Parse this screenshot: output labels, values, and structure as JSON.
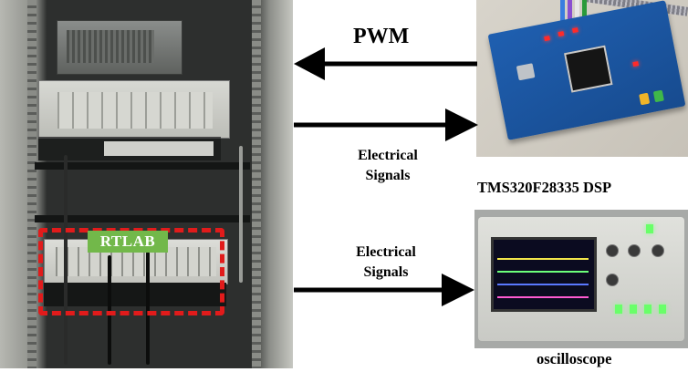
{
  "figure": {
    "rtlab_label": "RTLAB",
    "pwm_label": "PWM",
    "signals_top": {
      "line1": "Electrical",
      "line2": "Signals"
    },
    "signals_bottom": {
      "line1": "Electrical",
      "line2": "Signals"
    },
    "dsp_caption": "TMS320F28335 DSP",
    "scope_caption": "oscilloscope"
  },
  "colors": {
    "highlight_dashed_box": "#e11b1b",
    "rtlab_label_bg": "#72b84a",
    "arrow": "#000000",
    "trace_yellow": "#f2e64a",
    "trace_green": "#6cff7a",
    "trace_blue": "#5a78ff",
    "trace_magenta": "#ff5ad2"
  }
}
